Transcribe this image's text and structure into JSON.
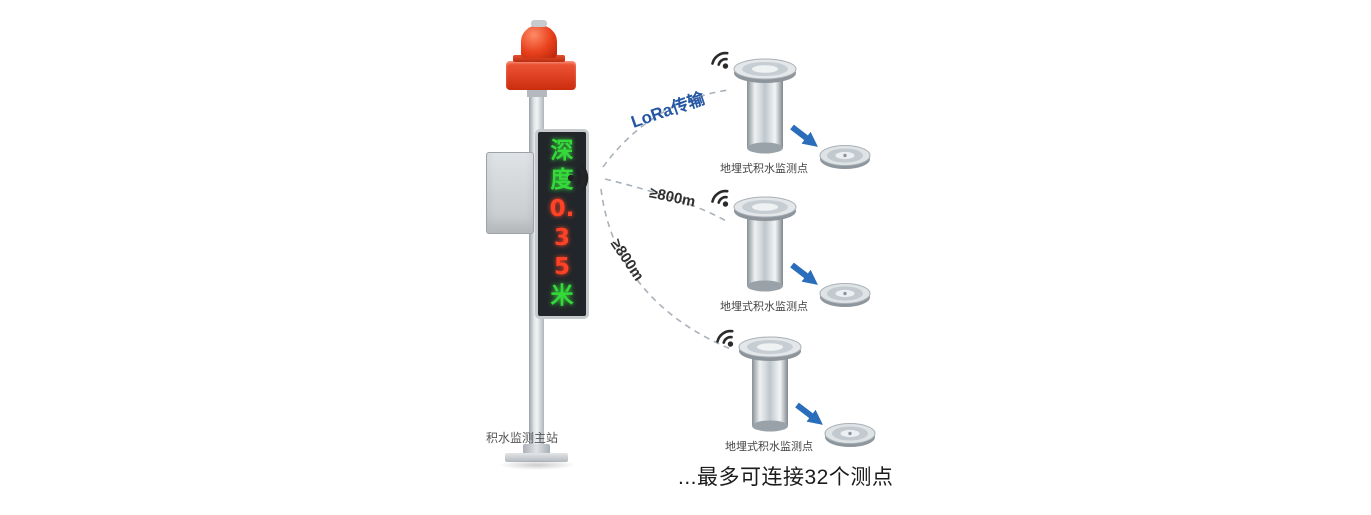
{
  "master_station": {
    "label": "积水监测主站",
    "display_rows": [
      {
        "char": "深",
        "color": "#35d93a"
      },
      {
        "char": "度",
        "color": "#35d93a"
      },
      {
        "char": "0.",
        "color": "#ff4226"
      },
      {
        "char": "3",
        "color": "#ff4226"
      },
      {
        "char": "5",
        "color": "#ff4226"
      },
      {
        "char": "米",
        "color": "#35d93a"
      }
    ]
  },
  "links": [
    {
      "label": "LoRa传输",
      "color": "#2456a4"
    },
    {
      "label": "≥800m",
      "color": "#2f2f2f"
    },
    {
      "label": "≥800m",
      "color": "#2f2f2f"
    }
  ],
  "sensors": [
    {
      "label": "地埋式积水监测点"
    },
    {
      "label": "地埋式积水监测点"
    },
    {
      "label": "地埋式积水监测点"
    }
  ],
  "footer": {
    "text": "...最多可连接32个测点"
  },
  "colors": {
    "alarm_red": "#de3513",
    "arrow_blue": "#2a6ebb",
    "dash_gray": "#a9b2ba",
    "led_green": "#35d93a",
    "led_red": "#ff4226",
    "link_blue": "#2456a4"
  }
}
